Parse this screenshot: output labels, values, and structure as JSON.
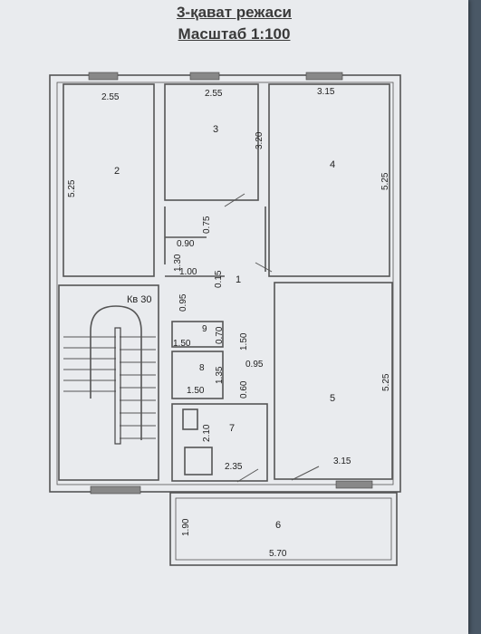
{
  "header": {
    "floor_title": "3-қават режаси",
    "scale_title": "Масштаб 1:100"
  },
  "plan": {
    "apartment_label": "Кв 30",
    "rooms": {
      "r1": "1",
      "r2": "2",
      "r3": "3",
      "r4": "4",
      "r5": "5",
      "r6": "6",
      "r7": "7",
      "r8": "8",
      "r9": "9"
    },
    "dimensions": {
      "room2_width": "2.55",
      "room2_height": "5.25",
      "room3_width": "2.55",
      "room3_height": "3.20",
      "room4_width": "3.15",
      "room4_height": "5.25",
      "closet_depth": "0.75",
      "closet_width": "0.90",
      "hall_a": "1.30",
      "hall_b": "1.00",
      "hall_c": "0.15",
      "hall_d": "0.95",
      "wc_width": "1.50",
      "wc_depth": "0.70",
      "bath_width": "1.50",
      "bath_depth": "1.35",
      "hall_e": "1.50",
      "hall_f": "0.95",
      "hall_g": "0.60",
      "kitchen_depth": "2.10",
      "kitchen_width": "2.35",
      "room5_width": "3.15",
      "room5_height": "5.25",
      "balcony_depth": "1.90",
      "balcony_width": "5.70"
    }
  }
}
